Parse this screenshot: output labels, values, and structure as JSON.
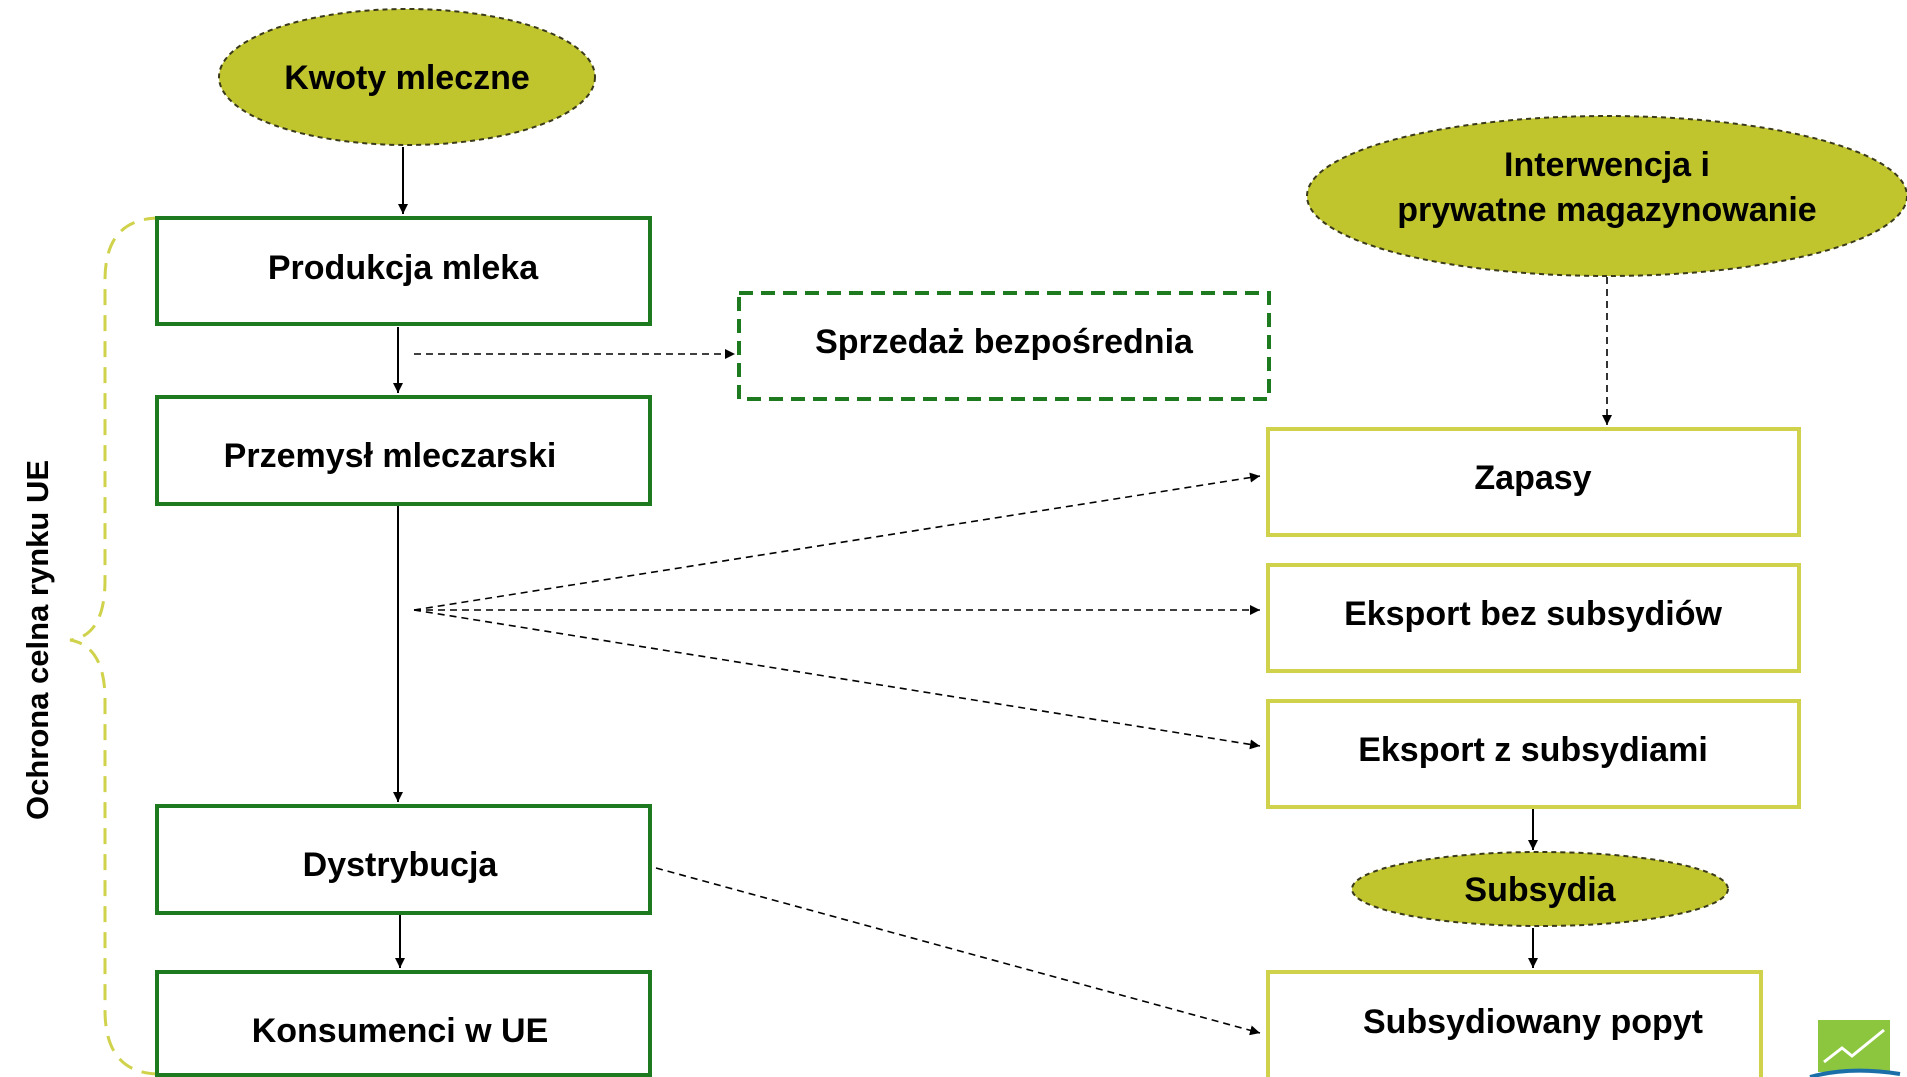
{
  "diagram": {
    "quota": "Kwoty mleczne",
    "intervention_line1": "Interwencja i",
    "intervention_line2": "prywatne magazynowanie",
    "production": "Produkcja mleka",
    "direct_sales": "Sprzedaż bezpośrednia",
    "dairy_industry": "Przemysł mleczarski",
    "distribution": "Dystrybucja",
    "consumers": "Konsumenci w UE",
    "stocks": "Zapasy",
    "export_no_subsidy": "Eksport bez subsydiów",
    "export_subsidy": "Eksport z subsydiami",
    "subsidies": "Subsydia",
    "subsidised_demand": "Subsydiowany popyt",
    "side_label": "Ochrona celna rynku UE"
  },
  "colors": {
    "dark_green": "#1E7A1E",
    "olive": "#C0C52E",
    "yellow_border": "#CFD24A",
    "ink": "#000000"
  }
}
